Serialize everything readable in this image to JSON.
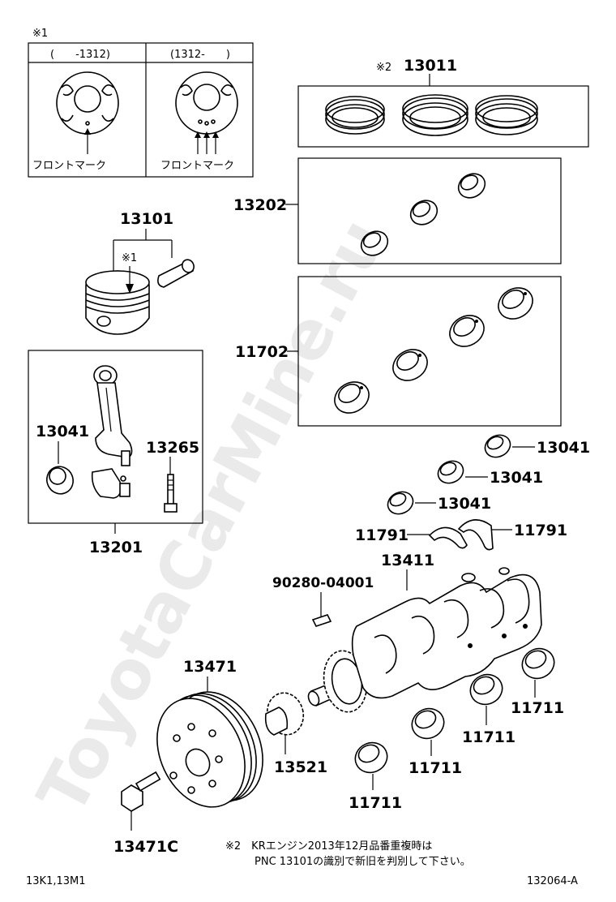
{
  "watermark": "ToyotaCarMine.ru",
  "inset": {
    "note_mark": "※1",
    "left_range": "(　　-1312)",
    "right_range": "(1312-　　)",
    "left_caption": "フロントマーク",
    "right_caption": "フロントマーク"
  },
  "parts": {
    "p13011": "13011",
    "p13011_mark": "※2",
    "p13202": "13202",
    "p11702": "11702",
    "p13101": "13101",
    "p13101_mark": "※1",
    "p13041_left": "13041",
    "p13265": "13265",
    "p13201": "13201",
    "p13041_a": "13041",
    "p13041_b": "13041",
    "p13041_c": "13041",
    "p11791_left": "11791",
    "p11791_right": "11791",
    "p90280": "90280-04001",
    "p13411": "13411",
    "p13471": "13471",
    "p13521": "13521",
    "p13471C": "13471C",
    "p11711_a": "11711",
    "p11711_b": "11711",
    "p11711_c": "11711",
    "p11711_d": "11711"
  },
  "footnote": {
    "line1": "※2　KRエンジン2013年12月品番重複時は",
    "line2": "PNC 13101の識別で新旧を判別して下さい。"
  },
  "footer": {
    "models": "13K1,13M1",
    "figure": "132064-A"
  }
}
